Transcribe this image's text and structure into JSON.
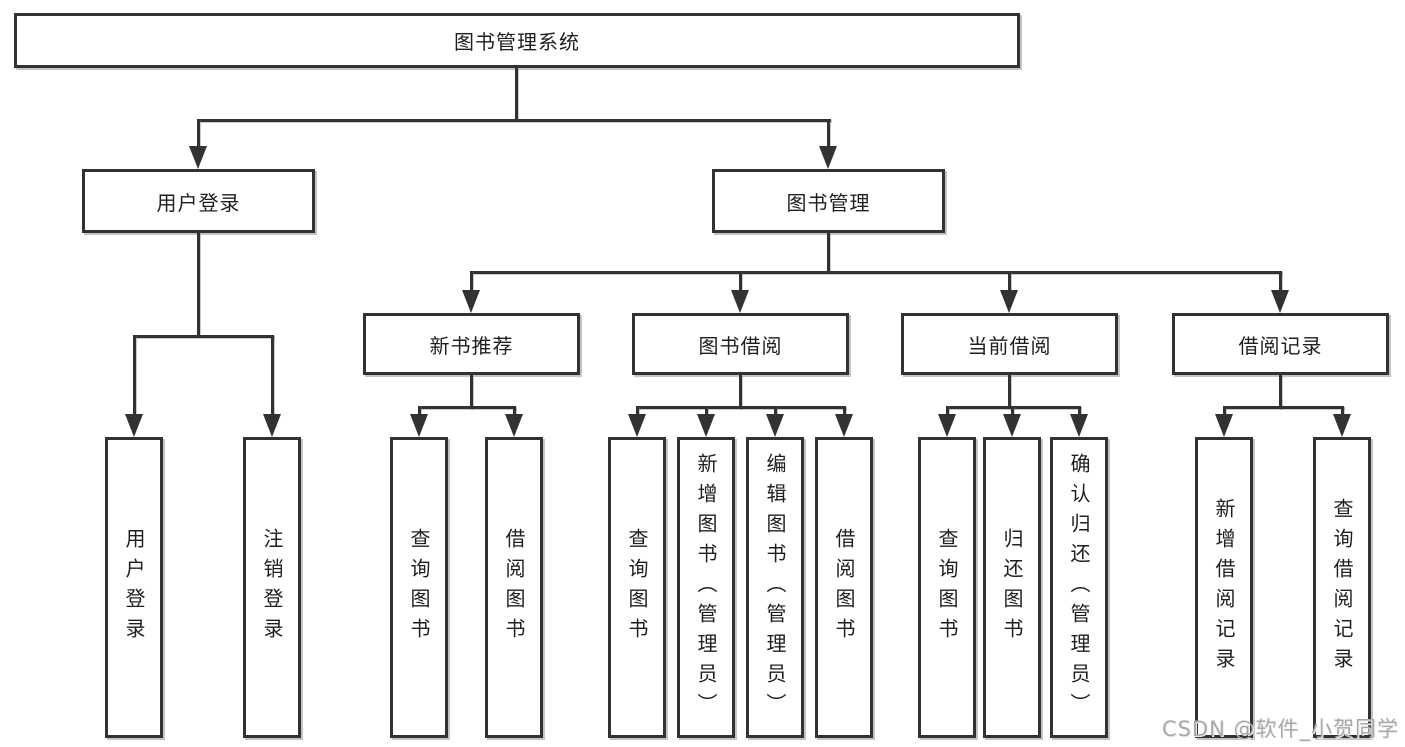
{
  "diagram": {
    "root": {
      "label": "图书管理系统"
    },
    "level2": [
      {
        "label": "用户登录"
      },
      {
        "label": "图书管理"
      }
    ],
    "level3": [
      {
        "label": "新书推荐",
        "parent": "图书管理"
      },
      {
        "label": "图书借阅",
        "parent": "图书管理"
      },
      {
        "label": "当前借阅",
        "parent": "图书管理"
      },
      {
        "label": "借阅记录",
        "parent": "图书管理"
      }
    ],
    "leaves": [
      {
        "label": "用户登录",
        "parent": "用户登录"
      },
      {
        "label": "注销登录",
        "parent": "用户登录"
      },
      {
        "label": "查询图书",
        "parent": "新书推荐"
      },
      {
        "label": "借阅图书",
        "parent": "新书推荐"
      },
      {
        "label": "查询图书",
        "parent": "图书借阅"
      },
      {
        "label": "新增图书（管理员）",
        "parent": "图书借阅"
      },
      {
        "label": "编辑图书（管理员）",
        "parent": "图书借阅"
      },
      {
        "label": "借阅图书",
        "parent": "图书借阅"
      },
      {
        "label": "查询图书",
        "parent": "当前借阅"
      },
      {
        "label": "归还图书",
        "parent": "当前借阅"
      },
      {
        "label": "确认归还（管理员）",
        "parent": "当前借阅"
      },
      {
        "label": "新增借阅记录",
        "parent": "借阅记录"
      },
      {
        "label": "查询借阅记录",
        "parent": "借阅记录"
      }
    ]
  },
  "watermark": {
    "text": "CSDN @软件_小贺同学"
  },
  "colors": {
    "line": "#323232",
    "box_background": "#ffffff",
    "text": "#1f1f1f",
    "watermark": "#a9a9a9"
  }
}
